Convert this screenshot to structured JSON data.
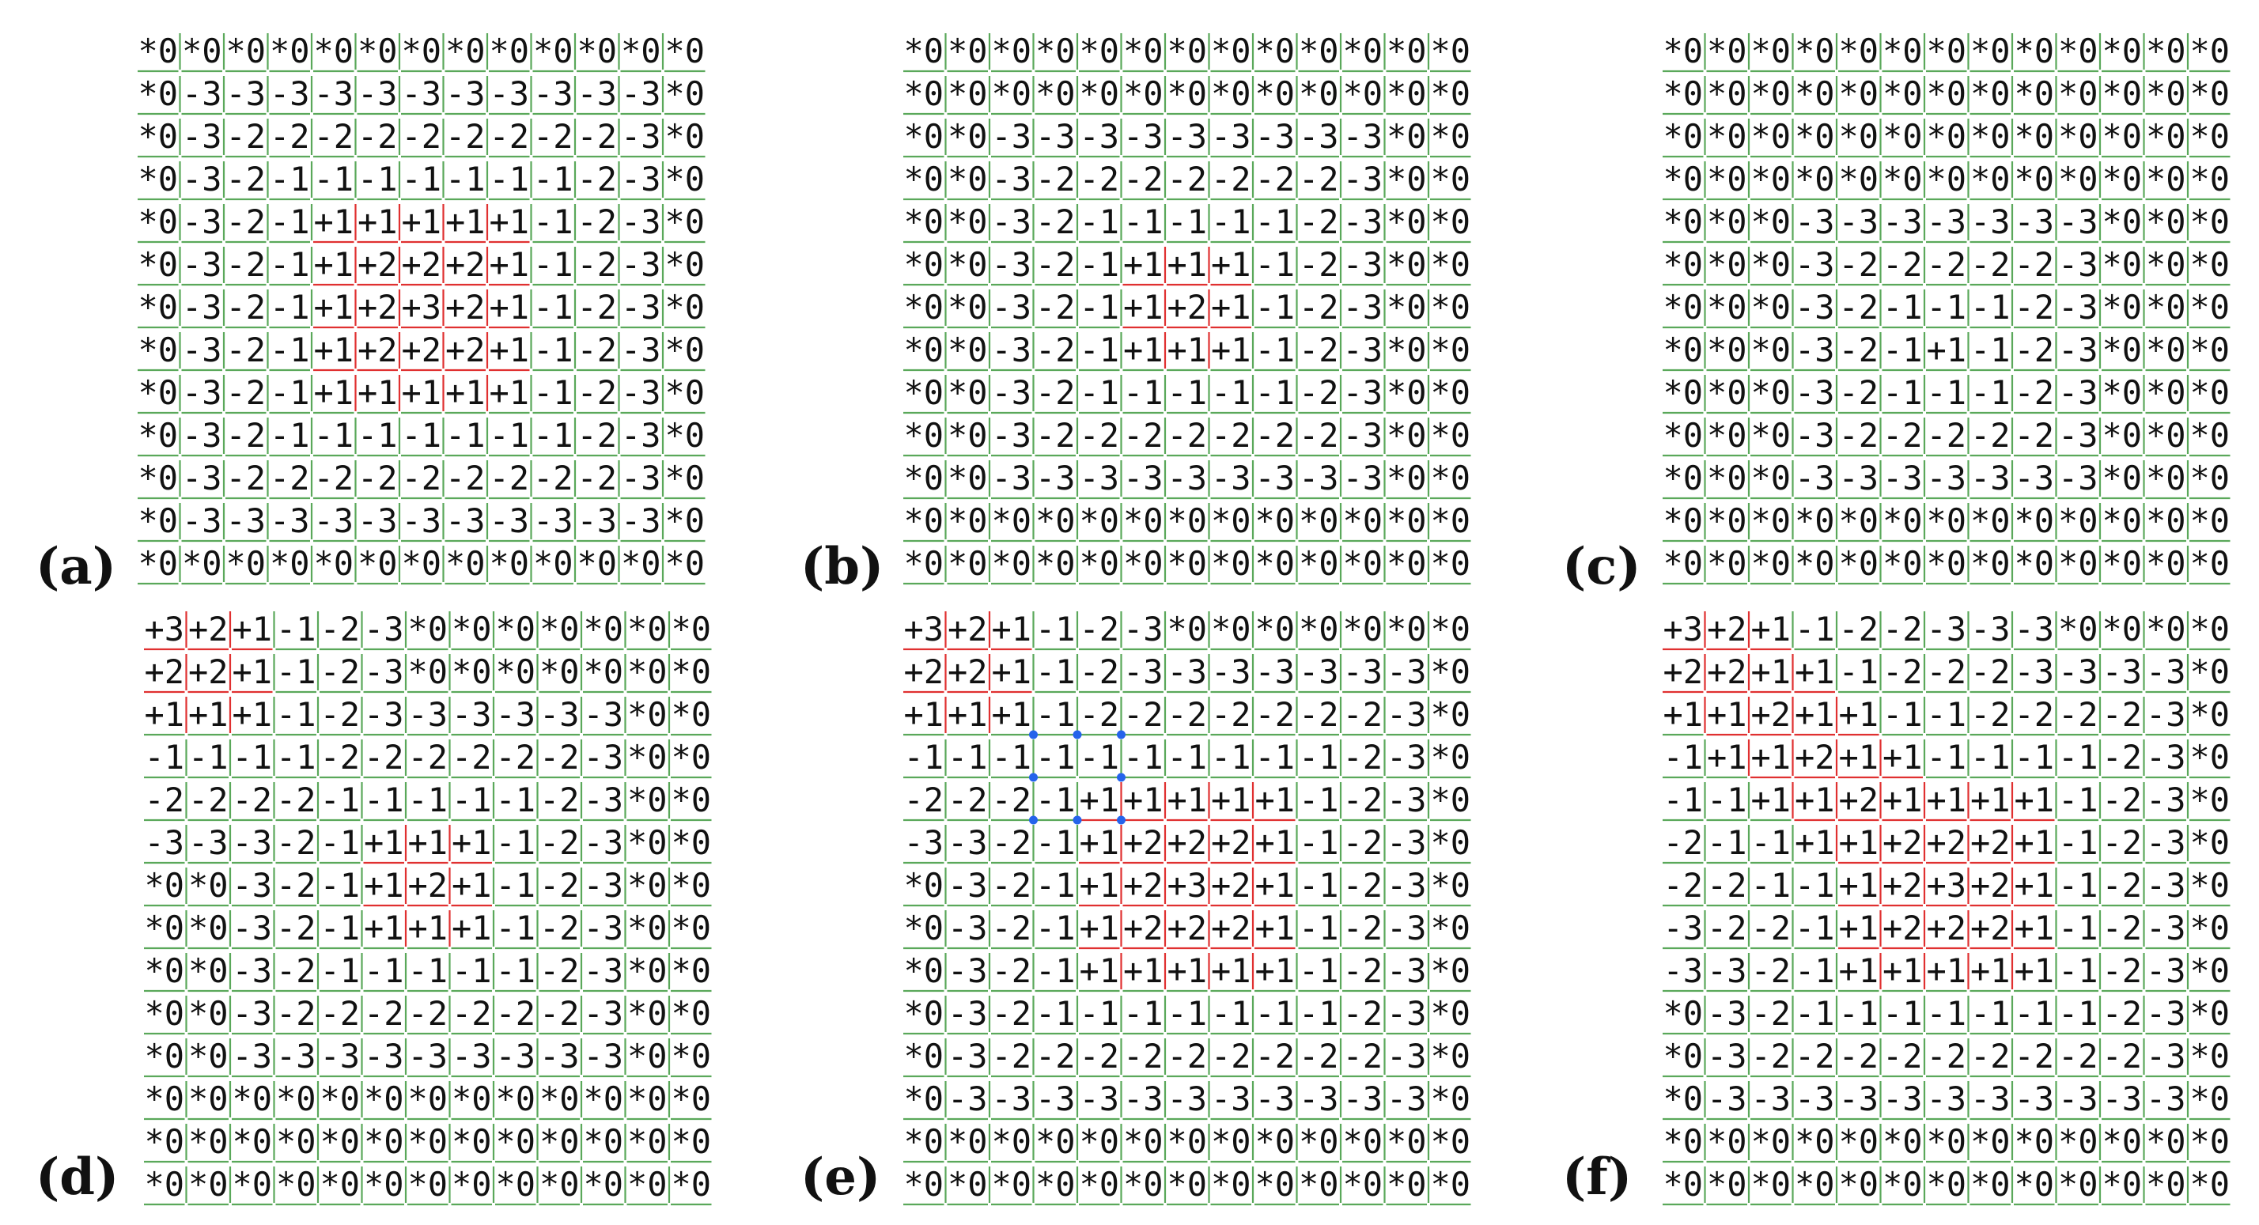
{
  "colors": {
    "green_boundary": "#5aa85a",
    "red_boundary": "#e03030",
    "blue_marker": "#2563eb",
    "text": "#111111"
  },
  "panels": [
    {
      "label": "(a)",
      "rows": [
        "*0 *0 *0 *0 *0 *0 *0 *0 *0 *0 *0 *0 *0",
        "*0 -3 -3 -3 -3 -3 -3 -3 -3 -3 -3 -3 *0",
        "*0 -3 -2 -2 -2 -2 -2 -2 -2 -2 -2 -3 *0",
        "*0 -3 -2 -1 -1 -1 -1 -1 -1 -1 -2 -3 *0",
        "*0 -3 -2 -1 +1 +1 +1 +1 +1 -1 -2 -3 *0",
        "*0 -3 -2 -1 +1 +2 +2 +2 +1 -1 -2 -3 *0",
        "*0 -3 -2 -1 +1 +2 +3 +2 +1 -1 -2 -3 *0",
        "*0 -3 -2 -1 +1 +2 +2 +2 +1 -1 -2 -3 *0",
        "*0 -3 -2 -1 +1 +1 +1 +1 +1 -1 -2 -3 *0",
        "*0 -3 -2 -1 -1 -1 -1 -1 -1 -1 -2 -3 *0",
        "*0 -3 -2 -2 -2 -2 -2 -2 -2 -2 -2 -3 *0",
        "*0 -3 -3 -3 -3 -3 -3 -3 -3 -3 -3 -3 *0",
        "*0 *0 *0 *0 *0 *0 *0 *0 *0 *0 *0 *0 *0"
      ],
      "markers": []
    },
    {
      "label": "(b)",
      "rows": [
        "*0 *0 *0 *0 *0 *0 *0 *0 *0 *0 *0 *0 *0",
        "*0 *0 *0 *0 *0 *0 *0 *0 *0 *0 *0 *0 *0",
        "*0 *0 -3 -3 -3 -3 -3 -3 -3 -3 -3 *0 *0",
        "*0 *0 -3 -2 -2 -2 -2 -2 -2 -2 -3 *0 *0",
        "*0 *0 -3 -2 -1 -1 -1 -1 -1 -2 -3 *0 *0",
        "*0 *0 -3 -2 -1 +1 +1 +1 -1 -2 -3 *0 *0",
        "*0 *0 -3 -2 -1 +1 +2 +1 -1 -2 -3 *0 *0",
        "*0 *0 -3 -2 -1 +1 +1 +1 -1 -2 -3 *0 *0",
        "*0 *0 -3 -2 -1 -1 -1 -1 -1 -2 -3 *0 *0",
        "*0 *0 -3 -2 -2 -2 -2 -2 -2 -2 -3 *0 *0",
        "*0 *0 -3 -3 -3 -3 -3 -3 -3 -3 -3 *0 *0",
        "*0 *0 *0 *0 *0 *0 *0 *0 *0 *0 *0 *0 *0",
        "*0 *0 *0 *0 *0 *0 *0 *0 *0 *0 *0 *0 *0"
      ],
      "markers": []
    },
    {
      "label": "(c)",
      "rows": [
        "*0 *0 *0 *0 *0 *0 *0 *0 *0 *0 *0 *0 *0",
        "*0 *0 *0 *0 *0 *0 *0 *0 *0 *0 *0 *0 *0",
        "*0 *0 *0 *0 *0 *0 *0 *0 *0 *0 *0 *0 *0",
        "*0 *0 *0 *0 *0 *0 *0 *0 *0 *0 *0 *0 *0",
        "*0 *0 *0 -3 -3 -3 -3 -3 -3 -3 *0 *0 *0",
        "*0 *0 *0 -3 -2 -2 -2 -2 -2 -3 *0 *0 *0",
        "*0 *0 *0 -3 -2 -1 -1 -1 -2 -3 *0 *0 *0",
        "*0 *0 *0 -3 -2 -1 +1 -1 -2 -3 *0 *0 *0",
        "*0 *0 *0 -3 -2 -1 -1 -1 -2 -3 *0 *0 *0",
        "*0 *0 *0 -3 -2 -2 -2 -2 -2 -3 *0 *0 *0",
        "*0 *0 *0 -3 -3 -3 -3 -3 -3 -3 *0 *0 *0",
        "*0 *0 *0 *0 *0 *0 *0 *0 *0 *0 *0 *0 *0",
        "*0 *0 *0 *0 *0 *0 *0 *0 *0 *0 *0 *0 *0"
      ],
      "markers": []
    },
    {
      "label": "(d)",
      "rows": [
        "+3 +2 +1 -1 -2 -3 *0 *0 *0 *0 *0 *0 *0",
        "+2 +2 +1 -1 -2 -3 *0 *0 *0 *0 *0 *0 *0",
        "+1 +1 +1 -1 -2 -3 -3 -3 -3 -3 -3 *0 *0",
        "-1 -1 -1 -1 -2 -2 -2 -2 -2 -2 -3 *0 *0",
        "-2 -2 -2 -2 -1 -1 -1 -1 -1 -2 -3 *0 *0",
        "-3 -3 -3 -2 -1 +1 +1 +1 -1 -2 -3 *0 *0",
        "*0 *0 -3 -2 -1 +1 +2 +1 -1 -2 -3 *0 *0",
        "*0 *0 -3 -2 -1 +1 +1 +1 -1 -2 -3 *0 *0",
        "*0 *0 -3 -2 -1 -1 -1 -1 -1 -2 -3 *0 *0",
        "*0 *0 -3 -2 -2 -2 -2 -2 -2 -2 -3 *0 *0",
        "*0 *0 -3 -3 -3 -3 -3 -3 -3 -3 -3 *0 *0",
        "*0 *0 *0 *0 *0 *0 *0 *0 *0 *0 *0 *0 *0",
        "*0 *0 *0 *0 *0 *0 *0 *0 *0 *0 *0 *0 *0",
        "*0 *0 *0 *0 *0 *0 *0 *0 *0 *0 *0 *0 *0"
      ],
      "markers": []
    },
    {
      "label": "(e)",
      "rows": [
        "+3 +2 +1 -1 -2 -3 *0 *0 *0 *0 *0 *0 *0",
        "+2 +2 +1 -1 -2 -3 -3 -3 -3 -3 -3 -3 *0",
        "+1 +1 +1 -1 -2 -2 -2 -2 -2 -2 -2 -3 *0",
        "-1 -1 -1 -1 -1 -1 -1 -1 -1 -1 -2 -3 *0",
        "-2 -2 -2 -1 +1 +1 +1 +1 +1 -1 -2 -3 *0",
        "-3 -3 -2 -1 +1 +2 +2 +2 +1 -1 -2 -3 *0",
        "*0 -3 -2 -1 +1 +2 +3 +2 +1 -1 -2 -3 *0",
        "*0 -3 -2 -1 +1 +2 +2 +2 +1 -1 -2 -3 *0",
        "*0 -3 -2 -1 +1 +1 +1 +1 +1 -1 -2 -3 *0",
        "*0 -3 -2 -1 -1 -1 -1 -1 -1 -1 -2 -3 *0",
        "*0 -3 -2 -2 -2 -2 -2 -2 -2 -2 -2 -3 *0",
        "*0 -3 -3 -3 -3 -3 -3 -3 -3 -3 -3 -3 *0",
        "*0 *0 *0 *0 *0 *0 *0 *0 *0 *0 *0 *0 *0",
        "*0 *0 *0 *0 *0 *0 *0 *0 *0 *0 *0 *0 *0"
      ],
      "markers": [
        [
          2,
          3
        ],
        [
          3,
          3
        ],
        [
          4,
          3
        ],
        [
          2,
          4
        ],
        [
          4,
          4
        ],
        [
          2,
          5
        ],
        [
          3,
          5
        ],
        [
          4,
          5
        ]
      ]
    },
    {
      "label": "(f)",
      "rows": [
        "+3 +2 +1 -1 -2 -2 -3 -3 -3 *0 *0 *0 *0",
        "+2 +2 +1 +1 -1 -2 -2 -2 -3 -3 -3 -3 *0",
        "+1 +1 +2 +1 +1 -1 -1 -2 -2 -2 -2 -3 *0",
        "-1 +1 +1 +2 +1 +1 -1 -1 -1 -1 -2 -3 *0",
        "-1 -1 +1 +1 +2 +1 +1 +1 +1 -1 -2 -3 *0",
        "-2 -1 -1 +1 +1 +2 +2 +2 +1 -1 -2 -3 *0",
        "-2 -2 -1 -1 +1 +2 +3 +2 +1 -1 -2 -3 *0",
        "-3 -2 -2 -1 +1 +2 +2 +2 +1 -1 -2 -3 *0",
        "-3 -3 -2 -1 +1 +1 +1 +1 +1 -1 -2 -3 *0",
        "*0 -3 -2 -1 -1 -1 -1 -1 -1 -1 -2 -3 *0",
        "*0 -3 -2 -2 -2 -2 -2 -2 -2 -2 -2 -3 *0",
        "*0 -3 -3 -3 -3 -3 -3 -3 -3 -3 -3 -3 *0",
        "*0 *0 *0 *0 *0 *0 *0 *0 *0 *0 *0 *0 *0",
        "*0 *0 *0 *0 *0 *0 *0 *0 *0 *0 *0 *0 *0"
      ],
      "markers": []
    }
  ]
}
